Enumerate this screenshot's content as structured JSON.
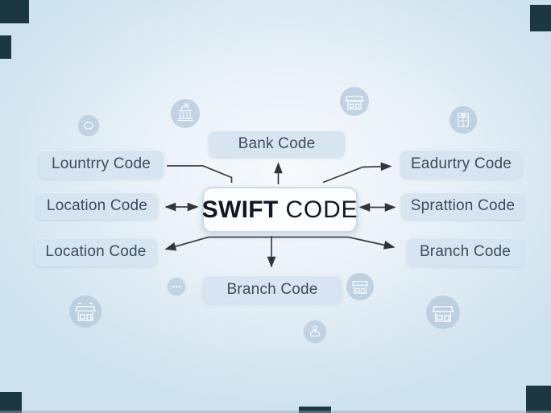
{
  "diagram": {
    "center": {
      "bold": "SWIFT",
      "regular": "CODE"
    },
    "nodes": {
      "top": "Bank Code",
      "left_top": "Lountrry Code",
      "left_mid": "Location Code",
      "left_bottom": "Location Code",
      "right_top": "Eadurtry Code",
      "right_mid": "Sprattion Code",
      "right_bottom": "Branch Code",
      "bottom": "Branch Code"
    }
  },
  "icons": [
    "piggy-bank-icon",
    "bank-building-icon",
    "storefront-icon",
    "safe-icon",
    "storefront-icon",
    "ellipsis-icon",
    "storefront-icon",
    "storefront-icon",
    "location-pin-icon"
  ],
  "colors": {
    "background_edge": "#cde1ee",
    "background_center": "#f7fafd",
    "node_fill": "#d5e4f0",
    "node_text": "#3c4b5e",
    "center_fill": "#fcfdff",
    "center_border": "#cbd9ea",
    "center_text": "#0e1826",
    "arrow": "#373e47",
    "icon_circle": "#b3c9dc",
    "corner_block": "#1b3742"
  }
}
